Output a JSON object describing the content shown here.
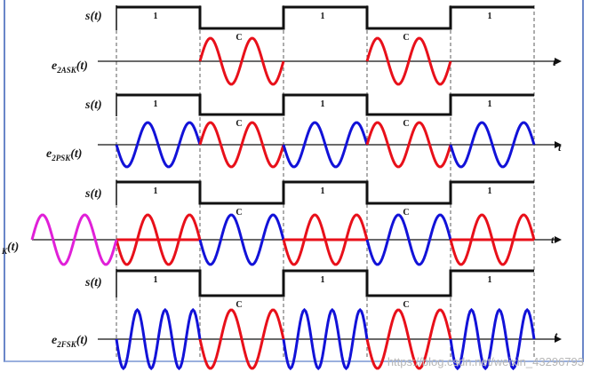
{
  "bits": [
    "1",
    "0",
    "1",
    "0",
    "1"
  ],
  "bits_display": [
    "1",
    "C",
    "1",
    "C",
    "1"
  ],
  "time_axis_label": "t",
  "rows": [
    {
      "id": "ask",
      "signal_label": "s(t)",
      "mod_main": "e",
      "mod_sub": "2ASK",
      "mod_suffix": "(t)"
    },
    {
      "id": "psk",
      "signal_label": "s(t)",
      "mod_main": "e",
      "mod_sub": "2PSK",
      "mod_suffix": "(t)"
    },
    {
      "id": "dpsk",
      "signal_label": "s(t)",
      "mod_main": "",
      "mod_sub": "K",
      "mod_suffix": "(t)"
    },
    {
      "id": "fsk",
      "signal_label": "s(t)",
      "mod_main": "e",
      "mod_sub": "2FSK",
      "mod_suffix": "(t)"
    }
  ],
  "colors": {
    "carrier_a": "#e8101a",
    "carrier_b": "#1212d8",
    "reference": "#e020d8",
    "axis": "#111111",
    "frame": "#6a86c8"
  },
  "watermark": "https://blog.csdn.net/weixin_43296793"
}
